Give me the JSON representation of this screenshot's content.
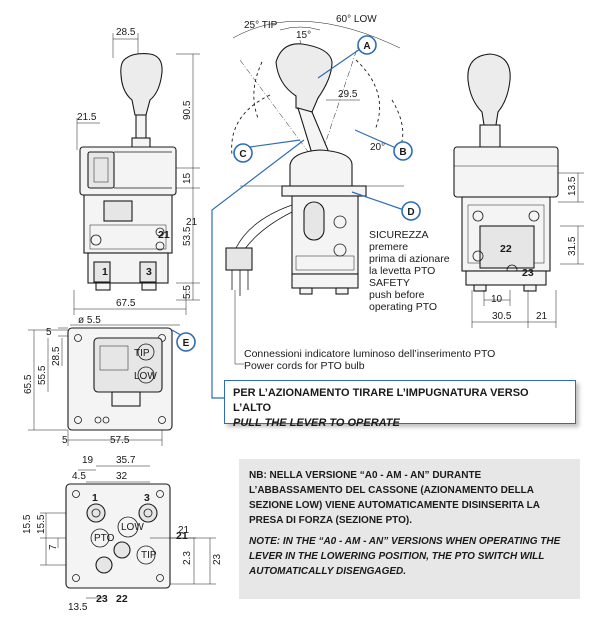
{
  "angles": {
    "tip": "25° TIP",
    "center": "15°",
    "low": "60° LOW",
    "side": "20°"
  },
  "callouts": {
    "a": "A",
    "b": "B",
    "c": "C",
    "d": "D",
    "e": "E"
  },
  "dims": {
    "d28_5_top": "28.5",
    "d21_5": "21.5",
    "d90_5": "90.5",
    "d15_mid": "15",
    "d21_side": "21",
    "d53_5": "53.5",
    "d5_5_side": "5.5",
    "d67_5": "67.5",
    "d29_5": "29.5",
    "d13_5": "13.5",
    "d31_5": "31.5",
    "d10": "10",
    "d30_5": "30.5",
    "d21_bot": "21",
    "d5_top": "5",
    "dia5_5": "ø 5.5",
    "d28_5_plate": "28.5",
    "d55_5": "55.5",
    "d65_5": "65.5",
    "d5_bot": "5",
    "d57_5": "57.5",
    "d19": "19",
    "d35_7": "35.7",
    "d4_5": "4.5",
    "d32": "32",
    "d15_5_a": "15.5",
    "d15_5_b": "15.5",
    "d7": "7",
    "d21_valve": "21",
    "d2_3": "2.3",
    "d23_right": "23",
    "d13_5_bot": "13.5"
  },
  "ports": {
    "p1": "1",
    "p3": "3",
    "p21": "21",
    "p22": "22",
    "p23": "23",
    "low": "LOW",
    "pto": "PTO",
    "tip": "TIP"
  },
  "plate_labels": {
    "tip": "TIP",
    "low": "LOW"
  },
  "safety": {
    "it1": "SICUREZZA",
    "it2": "premere",
    "it3": "prima di azionare",
    "it4": "la levetta PTO",
    "en1": "SAFETY",
    "en2": "push before",
    "en3": "operating PTO"
  },
  "cords": {
    "it": "Connessioni indicatore luminoso dell’inserimento PTO",
    "en": "Power cords for PTO bulb"
  },
  "pull_note": {
    "it": "PER L’AZIONAMENTO TIRARE L’IMPUGNATURA VERSO L’ALTO",
    "en": "PULL THE LEVER TO OPERATE"
  },
  "nb_note": {
    "it": "NB: NELLA VERSIONE “A0 - AM - AN” DURANTE L’ABBASSAMENTO DEL CASSONE (AZIONAMENTO DELLA SEZIONE LOW) VIENE AUTOMATICAMENTE DISINSERITA LA PRESA DI FORZA (SEZIONE PTO).",
    "en": "NOTE: IN THE “A0 - AM - AN” VERSIONS WHEN OPERATING THE LEVER IN THE LOWERING POSITION, THE PTO SWITCH WILL AUTOMATICALLY DISENGAGED."
  },
  "colors": {
    "accent": "#2e6db5",
    "note_bg": "#e7e7e7",
    "line": "#1a1a1a"
  }
}
